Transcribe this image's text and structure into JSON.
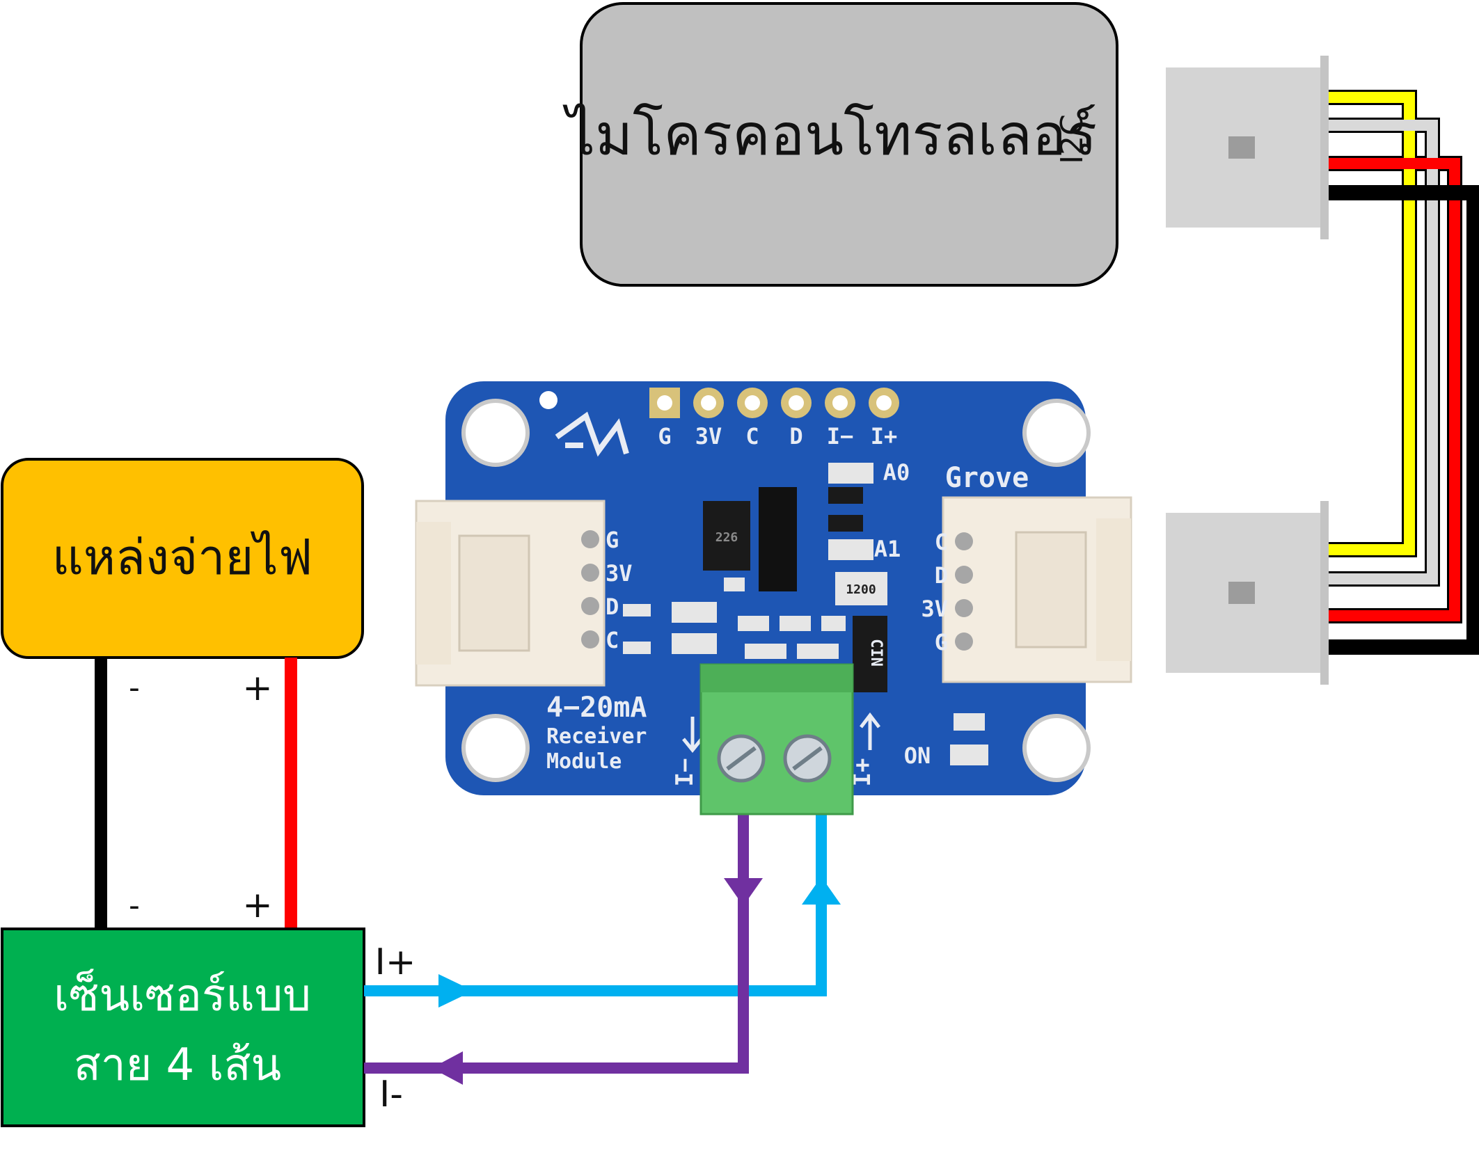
{
  "boxes": {
    "microcontroller": {
      "label": "ไมโครคอนโทรลเลอร์",
      "color": "#c0c0c0",
      "bus_label": "I2C"
    },
    "power_supply": {
      "label": "แหล่งจ่ายไฟ",
      "color": "#ffc000"
    },
    "sensor": {
      "line1": "เซ็นเซอร์แบบ",
      "line2": "สาย 4 เส้น",
      "color": "#00b050"
    }
  },
  "power_wires": {
    "top_minus": "-",
    "top_plus": "+",
    "bottom_minus": "-",
    "bottom_plus": "+",
    "negative_color": "#000000",
    "positive_color": "#ff0000"
  },
  "loop_wires": {
    "i_plus": "I+",
    "i_minus": "I-",
    "i_plus_color": "#00b0f0",
    "i_minus_color": "#7030a0"
  },
  "grove_cable": {
    "colors": [
      "#ffff00",
      "#d9d9d9",
      "#ff0000",
      "#000000"
    ]
  },
  "module": {
    "board_color": "#1e56b4",
    "top_pins": [
      "G",
      "3V",
      "C",
      "D",
      "I−",
      "I+"
    ],
    "left_pins": [
      "G",
      "3V",
      "D",
      "C"
    ],
    "right_pins": [
      "C",
      "D",
      "3V",
      "G"
    ],
    "grove_label": "Grove",
    "a0_label": "A0",
    "a1_label": "A1",
    "title_line1": "4−20mA",
    "title_line2": "Receiver",
    "title_line3": "Module",
    "terminal_minus": "I−",
    "terminal_plus": "I+",
    "on_label": "ON",
    "chip_marking": "226",
    "resistor_marking": "1200",
    "diode_marking": "CIN",
    "terminal_color": "#5fc46a"
  }
}
